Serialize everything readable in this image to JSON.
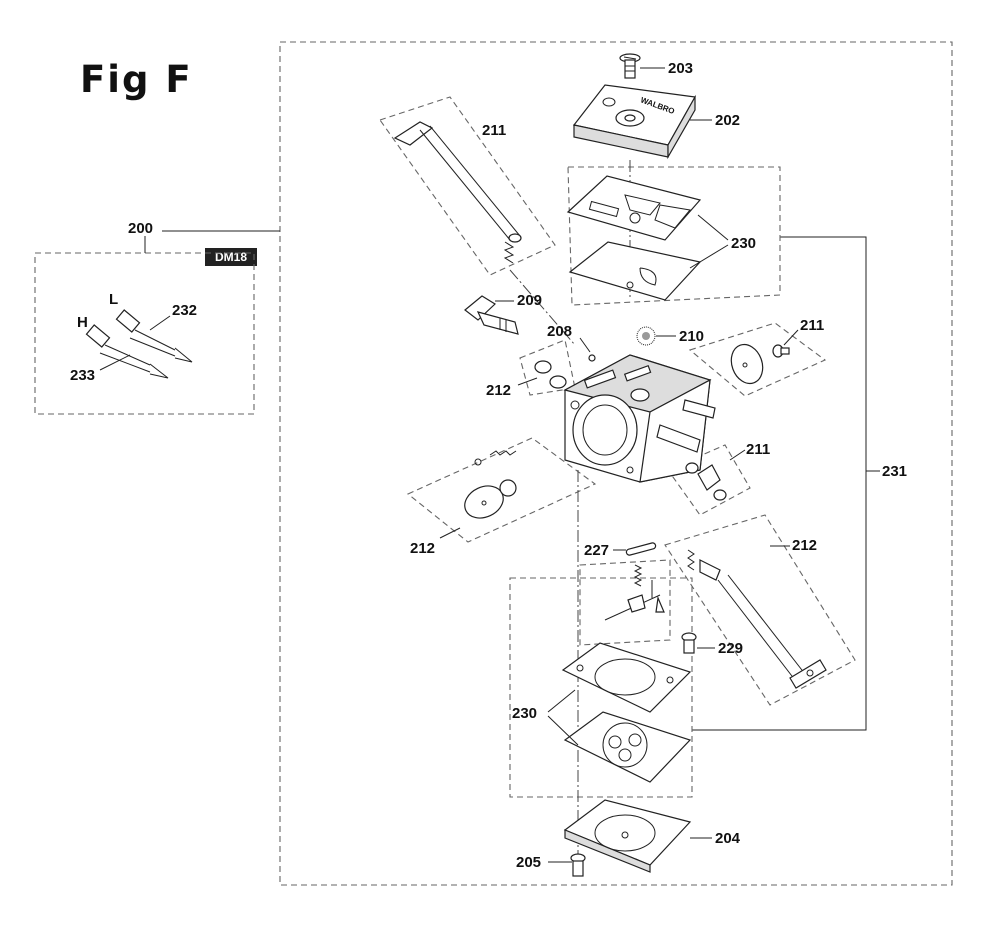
{
  "figure": {
    "title": "Fig F",
    "kit_badge": "DM18"
  },
  "labels": {
    "p200": "200",
    "p202": "202",
    "p203": "203",
    "p204": "204",
    "p205": "205",
    "p208": "208",
    "p209": "209",
    "p210": "210",
    "p211_a": "211",
    "p211_b": "211",
    "p211_c": "211",
    "p212_a": "212",
    "p212_b": "212",
    "p212_c": "212",
    "p227": "227",
    "p229": "229",
    "p230_a": "230",
    "p230_b": "230",
    "p231": "231",
    "p232": "232",
    "p233": "233",
    "needle_L": "L",
    "needle_H": "H"
  },
  "embossed_text": "WALBRO",
  "colors": {
    "line": "#222222",
    "dash": "#666666",
    "badge_bg": "#222222",
    "badge_text": "#ffffff"
  }
}
